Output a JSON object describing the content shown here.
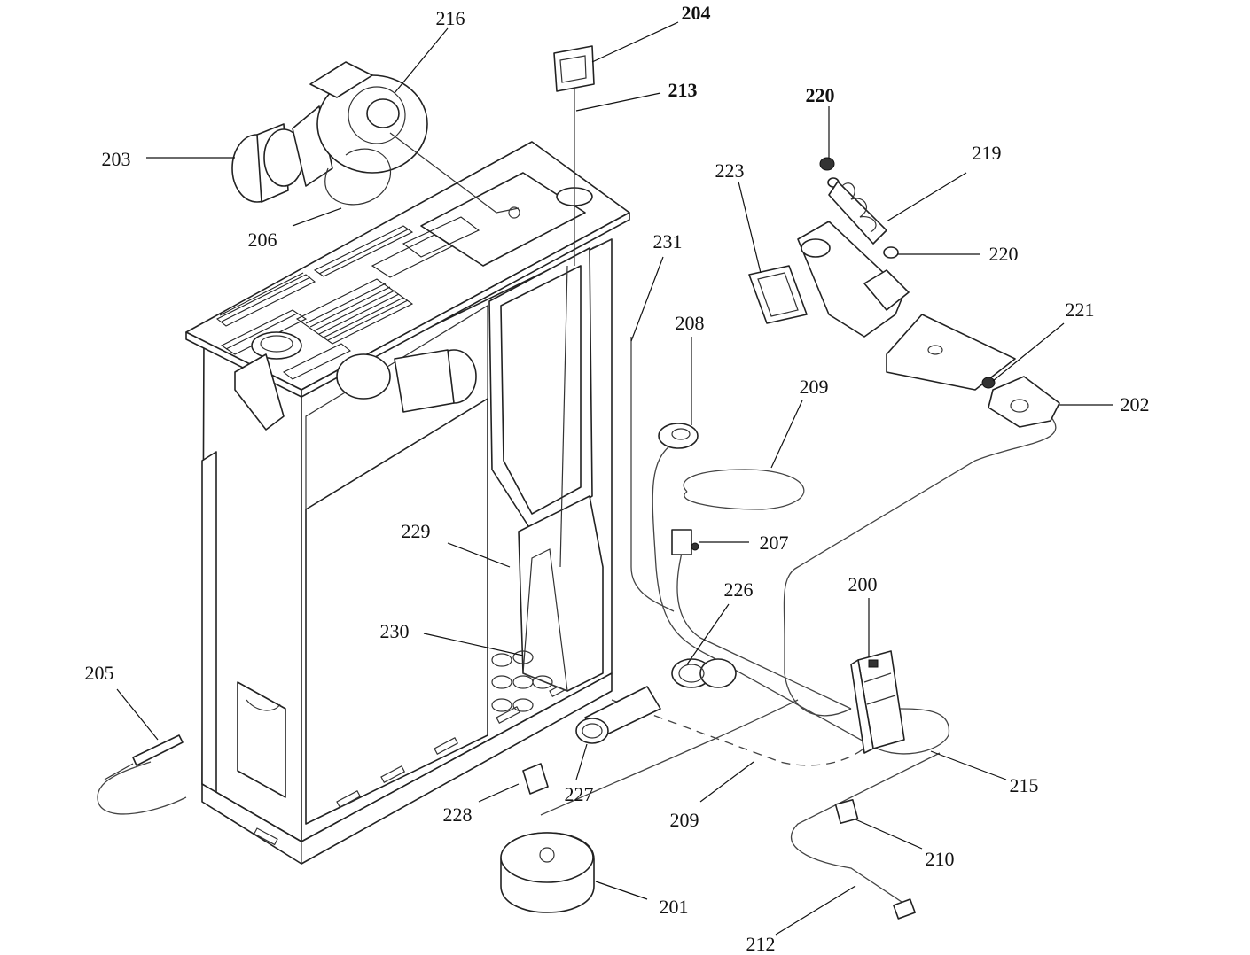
{
  "parts": [
    {
      "id": "216",
      "label": "216"
    },
    {
      "id": "204",
      "label": "204"
    },
    {
      "id": "213",
      "label": "213"
    },
    {
      "id": "220a",
      "label": "220"
    },
    {
      "id": "219",
      "label": "219"
    },
    {
      "id": "203",
      "label": "203"
    },
    {
      "id": "223",
      "label": "223"
    },
    {
      "id": "206",
      "label": "206"
    },
    {
      "id": "231",
      "label": "231"
    },
    {
      "id": "220b",
      "label": "220"
    },
    {
      "id": "221",
      "label": "221"
    },
    {
      "id": "208",
      "label": "208"
    },
    {
      "id": "209a",
      "label": "209"
    },
    {
      "id": "202",
      "label": "202"
    },
    {
      "id": "229",
      "label": "229"
    },
    {
      "id": "207",
      "label": "207"
    },
    {
      "id": "226",
      "label": "226"
    },
    {
      "id": "200",
      "label": "200"
    },
    {
      "id": "230",
      "label": "230"
    },
    {
      "id": "205",
      "label": "205"
    },
    {
      "id": "215",
      "label": "215"
    },
    {
      "id": "227",
      "label": "227"
    },
    {
      "id": "228",
      "label": "228"
    },
    {
      "id": "209b",
      "label": "209"
    },
    {
      "id": "210",
      "label": "210"
    },
    {
      "id": "201",
      "label": "201"
    },
    {
      "id": "212",
      "label": "212"
    }
  ]
}
